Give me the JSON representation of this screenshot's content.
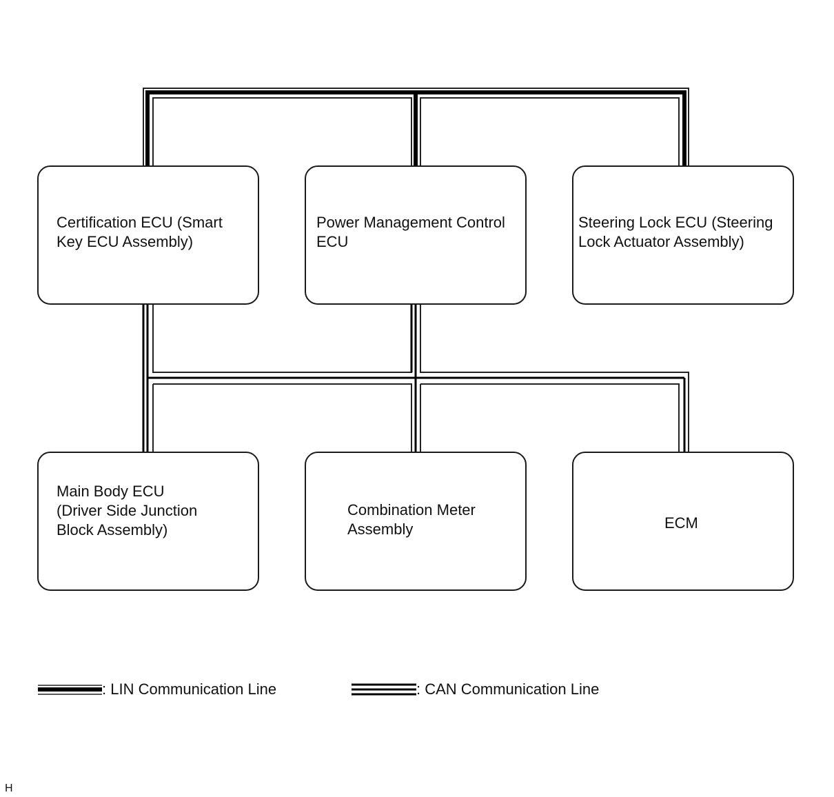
{
  "nodes": {
    "certification_ecu": {
      "lines": [
        "Certification ECU (Smart",
        "Key ECU Assembly)"
      ]
    },
    "power_management_ecu": {
      "lines": [
        "Power Management Control",
        "ECU"
      ]
    },
    "steering_lock_ecu": {
      "lines": [
        "Steering Lock ECU (Steering",
        "Lock Actuator Assembly)"
      ]
    },
    "main_body_ecu": {
      "lines": [
        "Main Body ECU",
        "(Driver Side Junction",
        "Block Assembly)"
      ]
    },
    "combination_meter": {
      "lines": [
        "Combination Meter",
        "Assembly"
      ]
    },
    "ecm": {
      "lines": [
        "ECM"
      ]
    }
  },
  "legend": {
    "lin_label": ": LIN Communication Line",
    "can_label": ": CAN Communication Line"
  },
  "corner_mark": "H"
}
